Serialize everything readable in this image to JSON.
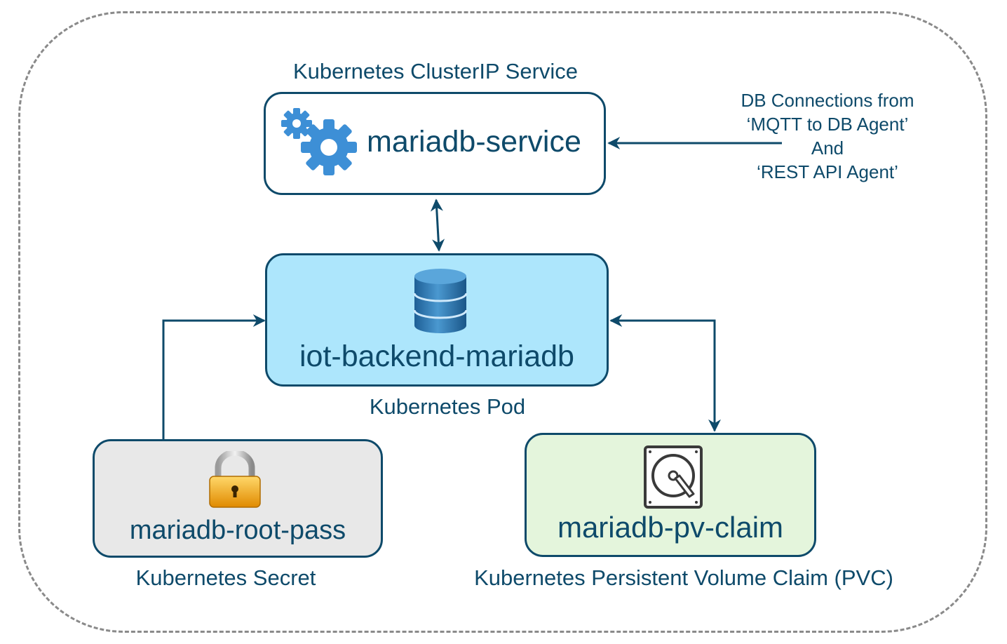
{
  "service": {
    "caption": "Kubernetes ClusterIP Service",
    "name": "mariadb-service",
    "icon": "gears-icon"
  },
  "pod": {
    "name": "iot-backend-mariadb",
    "caption": "Kubernetes Pod",
    "icon": "database-icon"
  },
  "secret": {
    "name": "mariadb-root-pass",
    "caption": "Kubernetes Secret",
    "icon": "padlock-icon"
  },
  "pvc": {
    "name": "mariadb-pv-claim",
    "caption": "Kubernetes Persistent Volume Claim (PVC)",
    "icon": "hard-disk-icon"
  },
  "connections_note": {
    "line1": "DB Connections from",
    "line2": "‘MQTT to DB Agent’",
    "line3": "And",
    "line4": "‘REST API Agent’"
  },
  "colors": {
    "primary": "#0e4a6a",
    "pod_fill": "#ade6fc",
    "secret_fill": "#e8e8e8",
    "pvc_fill": "#e4f5dc",
    "gear": "#3d8fd6",
    "frame": "#8a8a8a"
  }
}
